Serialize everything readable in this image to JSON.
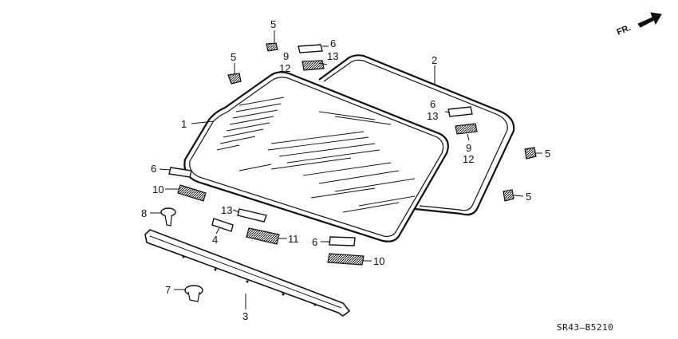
{
  "diagram": {
    "direction_label": "FR.",
    "drawing_code": "SR43–B5210",
    "callouts": {
      "windshield": "1",
      "rear_glass": "2",
      "lower_molding": "3",
      "spacer_4": "4",
      "stopper_upper_left": "5",
      "stopper_upper_mid": "5",
      "stopper_right_upper": "5",
      "stopper_right_lower": "5",
      "rubber_top_6": "6",
      "rubber_top_13": "13",
      "rubber_top_9": "9",
      "rubber_top_12": "12",
      "rubber_right_6": "6",
      "rubber_right_13": "13",
      "rubber_right_9": "9",
      "rubber_right_12": "12",
      "rubber_left_6": "6",
      "tape_left_10": "10",
      "clip_8": "8",
      "rubber_center_13": "13",
      "tape_center_11": "11",
      "rubber_bottom_6": "6",
      "tape_bottom_10": "10",
      "clip_7": "7"
    }
  }
}
